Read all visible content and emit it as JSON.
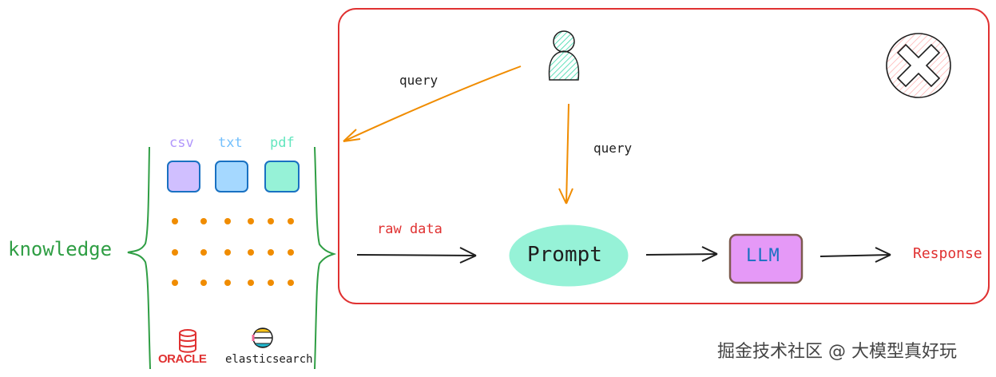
{
  "diagram": {
    "query_left_label": "query",
    "query_down_label": "query",
    "raw_data_label": "raw data",
    "prompt_label": "Prompt",
    "llm_label": "LLM",
    "response_label": "Response",
    "knowledge_label": "knowledge",
    "file_types": [
      {
        "label": "csv",
        "color": "#b197fc",
        "fill": "#d0bfff"
      },
      {
        "label": "txt",
        "color": "#74c0fc",
        "fill": "#a5d8ff"
      },
      {
        "label": "pdf",
        "color": "#63e6be",
        "fill": "#96f2d7"
      }
    ],
    "logos": {
      "oracle": "ORACLE",
      "elasticsearch": "elasticsearch"
    },
    "icons": [
      "user-icon",
      "close-icon",
      "database-icon",
      "elasticsearch-icon"
    ],
    "colors": {
      "frame": "#e03131",
      "arrow_query": "#f08c00",
      "arrow_flow": "#1e1e1e",
      "prompt_fill": "#96f2d7",
      "llm_fill": "#e599f7",
      "llm_border": "#7d5a4f",
      "knowledge": "#2f9e44",
      "dots": "#f08c00"
    }
  },
  "watermark": "掘金技术社区 @ 大模型真好玩"
}
